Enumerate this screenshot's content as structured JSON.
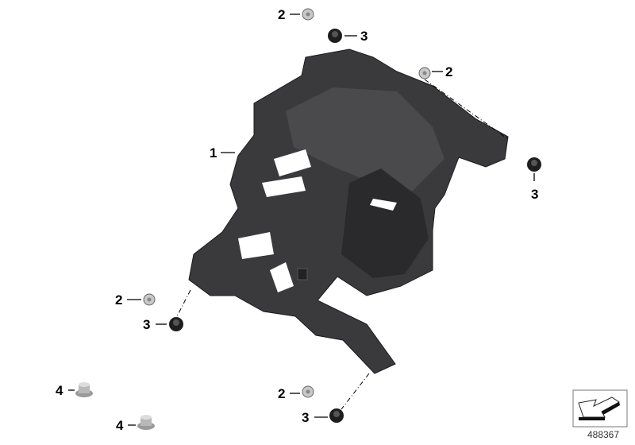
{
  "diagram": {
    "parts": [
      {
        "id": "bracket",
        "label": "1"
      },
      {
        "id": "screw-top",
        "label": "2"
      },
      {
        "id": "nut-top",
        "label": "3"
      },
      {
        "id": "screw-right",
        "label": "2"
      },
      {
        "id": "nut-right",
        "label": "3"
      },
      {
        "id": "screw-left",
        "label": "2"
      },
      {
        "id": "nut-left",
        "label": "3"
      },
      {
        "id": "bushing-1",
        "label": "4"
      },
      {
        "id": "screw-bottom",
        "label": "2"
      },
      {
        "id": "nut-bottom",
        "label": "3"
      },
      {
        "id": "bushing-2",
        "label": "4"
      }
    ],
    "reference_number": "488367"
  },
  "colors": {
    "part": "#3a3a3c",
    "part_dark": "#232325",
    "hardware": "#b5b5b5"
  }
}
